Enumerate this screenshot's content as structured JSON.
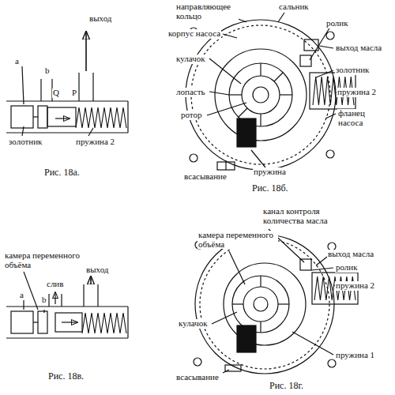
{
  "diagram": {
    "labels": [
      "a",
      "b",
      "Q",
      "P",
      "выход",
      "золотник",
      "пружина 2",
      "Рис. 18а.",
      "направляющее кольцо",
      "сальник",
      "корпус насоса",
      "ролик",
      "кулачок",
      "выход масла",
      "золотник",
      "лопасть",
      "пружина 2",
      "ротор",
      "фланец насоса",
      "всасывание",
      "пружина",
      "Рис. 18б.",
      "камера переменного объёма",
      "a",
      "b",
      "слив",
      "выход",
      "Рис. 18в.",
      "канал контроля количества масла",
      "камера переменного объёма",
      "выход масла",
      "ролик",
      "пружина 2",
      "кулачок",
      "пружина 1",
      "всасывание",
      "Рис. 18г."
    ]
  }
}
